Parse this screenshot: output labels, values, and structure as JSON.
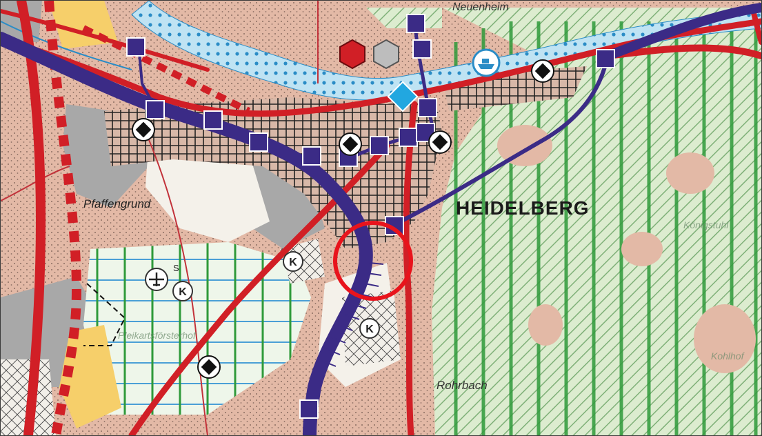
{
  "map": {
    "labels": {
      "city": "HEIDELBERG",
      "district_west": "Pfaffengrund",
      "district_south": "Rohrbach",
      "top_partial": "Neuenheim",
      "faded_1": "Pleikartsförsterhof",
      "faded_2": "Königstuhl",
      "faded_3": "Kohlhof",
      "airfield_letter": "S"
    },
    "symbols": {
      "k_letter": "K",
      "station_icon": "station-square-icon",
      "junction_icon": "motorway-junction-diamond-icon",
      "port_icon": "ship-port-icon",
      "airfield_icon": "airfield-icon",
      "hex_red": "red-hexagon-icon",
      "hex_gray": "gray-hexagon-icon",
      "water_icon": "water-diamond-icon",
      "highlight": "highlight-circle"
    },
    "colors": {
      "settlement": "#e3b9a6",
      "industry": "#a8a8a8",
      "forest_hatch": "#7fb078",
      "green_stripes": "#2f9a3a",
      "rail": "#3b2b86",
      "road": "#d11f26",
      "river": "#bfe3f3",
      "highlight": "#e8141c",
      "blue_grid": "#4a9fd6"
    }
  }
}
